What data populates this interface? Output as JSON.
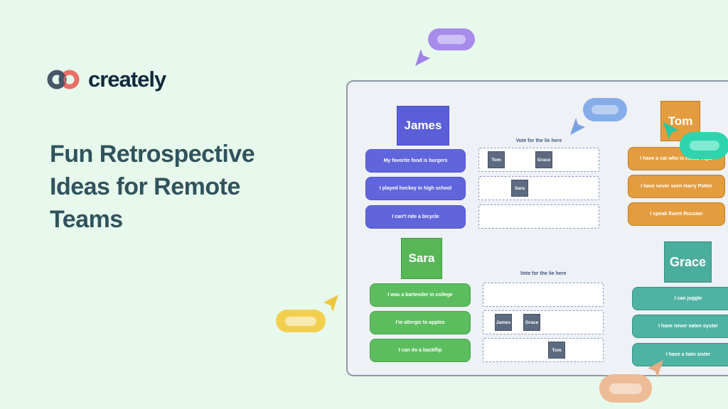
{
  "logo": {
    "brand": "creately"
  },
  "hero": {
    "title": "Fun Retrospective\nIdeas for Remote\nTeams"
  },
  "board": {
    "vote_prompt": "Vote for the lie here",
    "james": {
      "name": "James",
      "statements": [
        "My favorite food is burgers",
        "I played hockey in high school",
        "I can't ride a bicycle"
      ],
      "votes": [
        [
          "Tom",
          "Grace"
        ],
        [
          "Sara"
        ],
        []
      ]
    },
    "tom": {
      "name": "Tom",
      "statements": [
        "I have a cat who is called Tiger",
        "I have never seen Harry Potter",
        "I speak fluent Russian"
      ]
    },
    "sara": {
      "name": "Sara",
      "statements": [
        "I was a bartender in college",
        "I'm allergic to apples",
        "I can do a backflip"
      ],
      "votes": [
        [],
        [
          "James",
          "Grace"
        ],
        [
          "Tom"
        ]
      ]
    },
    "grace": {
      "name": "Grace",
      "statements": [
        "I can juggle",
        "I have never eaten oyster",
        "I have a twin sister"
      ]
    }
  },
  "colors": {
    "page_bg": "#e7f9ec",
    "title_text": "#30535c",
    "canvas_bg": "#eef1f6",
    "james_purple": "#5a5fd8",
    "tom_orange": "#e39c3e",
    "sara_green": "#57b757",
    "grace_teal": "#4bae9d",
    "vote_chip": "#5d6b80",
    "cursor_purple": "#a78ceb",
    "cursor_blue": "#85ade9",
    "cursor_teal": "#2ed4ad",
    "cursor_yellow": "#f2cf4d",
    "cursor_peach": "#edbb96",
    "logo_coral": "#ea6f66",
    "logo_slate": "#455668"
  }
}
